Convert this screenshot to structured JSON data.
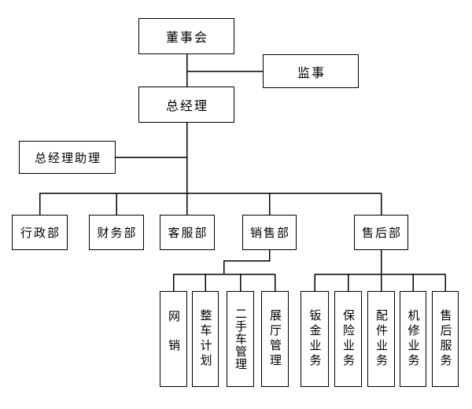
{
  "diagram": {
    "type": "org-chart",
    "background": "#ffffff",
    "line_color": "#000000",
    "node_border_color": "#000000",
    "node_fill_color": "#ffffff",
    "text_color": "#000000",
    "nodes": {
      "board": {
        "label": "董事会"
      },
      "supervisor": {
        "label": "监事"
      },
      "gm": {
        "label": "总经理"
      },
      "gm_assistant": {
        "label": "总经理助理"
      },
      "admin": {
        "label": "行政部"
      },
      "finance": {
        "label": "财务部"
      },
      "customer_service": {
        "label": "客服部"
      },
      "sales": {
        "label": "销售部"
      },
      "after_sales": {
        "label": "售后部"
      },
      "online_sales": {
        "label": "网销"
      },
      "vehicle_planning": {
        "label": "整车计划"
      },
      "used_car_mgmt": {
        "label": "二手车管理"
      },
      "showroom_mgmt": {
        "label": "展厅管理"
      },
      "sheet_metal": {
        "label": "钣金业务"
      },
      "insurance": {
        "label": "保险业务"
      },
      "parts": {
        "label": "配件业务"
      },
      "mechanical_repair": {
        "label": "机修业务"
      },
      "after_sales_service": {
        "label": "售后服务"
      }
    },
    "edges": [
      [
        "board",
        "supervisor"
      ],
      [
        "board",
        "gm"
      ],
      [
        "gm",
        "gm_assistant"
      ],
      [
        "gm",
        "admin"
      ],
      [
        "gm",
        "finance"
      ],
      [
        "gm",
        "customer_service"
      ],
      [
        "gm",
        "sales"
      ],
      [
        "gm",
        "after_sales"
      ],
      [
        "sales",
        "online_sales"
      ],
      [
        "sales",
        "vehicle_planning"
      ],
      [
        "sales",
        "used_car_mgmt"
      ],
      [
        "sales",
        "showroom_mgmt"
      ],
      [
        "after_sales",
        "sheet_metal"
      ],
      [
        "after_sales",
        "insurance"
      ],
      [
        "after_sales",
        "parts"
      ],
      [
        "after_sales",
        "mechanical_repair"
      ],
      [
        "after_sales",
        "after_sales_service"
      ]
    ]
  }
}
